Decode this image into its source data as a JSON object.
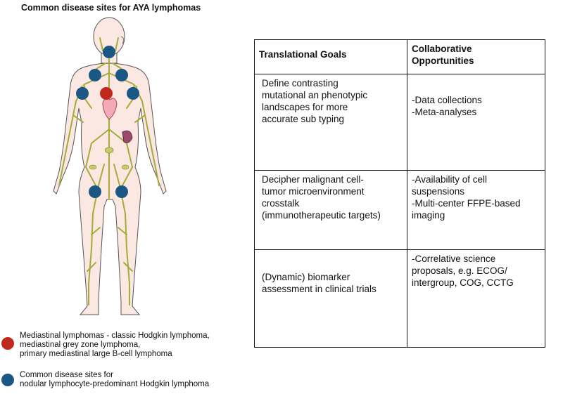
{
  "title": "Common disease sites for AYA lymphomas",
  "colors": {
    "red_dot": "#c0281e",
    "blue_dot": "#1b5785",
    "skin": "#fbe8e2",
    "lymph": "#a4ad3a"
  },
  "legend": [
    {
      "color": "#c0281e",
      "text": "Mediastinal lymphomas - classic Hodgkin lymphoma,\nmediastinal grey zone lymphoma,\nprimary mediastinal large B-cell lymphoma"
    },
    {
      "color": "#1b5785",
      "text": "Common disease sites for\nnodular lymphocyte-predominant Hodgkin lymphoma"
    }
  ],
  "table": {
    "headers": [
      "Translational Goals",
      "Collaborative\nOpportunities"
    ],
    "rows": [
      [
        "Define contrasting\nmutational an phenotypic\nlandscapes for more\naccurate sub typing",
        "-Data collections\n-Meta-analyses"
      ],
      [
        "Decipher malignant cell-\ntumor microenvironment\ncrosstalk\n(immunotherapeutic targets)",
        "-Availability of cell\nsuspensions\n-Multi-center FFPE-based\nimaging"
      ],
      [
        "(Dynamic) biomarker\nassessment in clinical trials",
        "-Correlative science\nproposals, e.g. ECOG/\nintergroup, COG, CCTG"
      ]
    ]
  }
}
